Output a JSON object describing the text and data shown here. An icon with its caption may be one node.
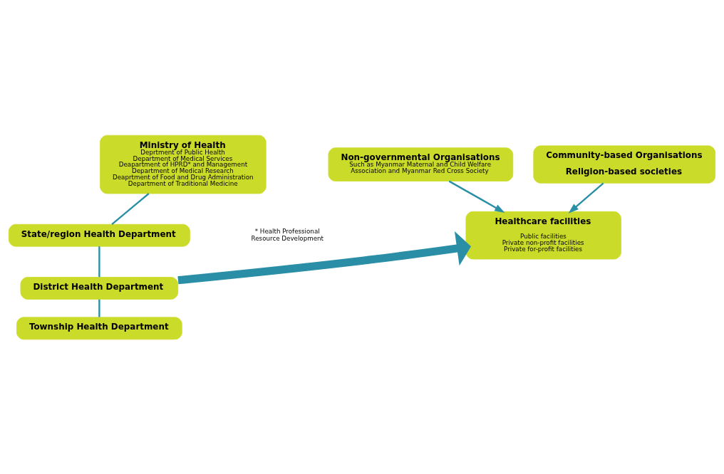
{
  "diagram": {
    "nodes": [
      {
        "text": [
          "Ministry of Health",
          "Deprtment of Public Health",
          "Department of Medical Services",
          "Deapartment of HPRD* and Management",
          "Department of Medical Research",
          "Deaprtment of Food and Drug Administration",
          "Department of Traditional Medicine"
        ]
      },
      {
        "text": [
          "Non-governmental Organisations",
          "Such as Myanmar Maternal and Child Welfare Association and Myanmar Red Cross Society"
        ]
      },
      {
        "text": [
          "Community-based Organisations",
          "Religion-based societies"
        ]
      },
      {
        "text": [
          "State/region Health Department"
        ]
      },
      {
        "text": [
          "District Health Department"
        ]
      },
      {
        "text": [
          "Township Health Department"
        ]
      },
      {
        "text": [
          "Healthcare facilities",
          "Public facilities",
          "Private non-profit facilities",
          "Private for-profit facilities"
        ]
      }
    ],
    "edges": [
      {
        "from": 0,
        "to": 3,
        "arrow": "none"
      },
      {
        "from": 3,
        "to": 4,
        "arrow": "none"
      },
      {
        "from": 4,
        "to": 5,
        "arrow": "none"
      },
      {
        "from": 1,
        "to": 6,
        "arrow": "to"
      },
      {
        "from": 2,
        "to": 6,
        "arrow": "to"
      },
      {
        "from": 4,
        "to": 6,
        "arrow": "to",
        "style": "thick"
      }
    ],
    "labels": [
      "* Health Professional Resource Development"
    ]
  }
}
